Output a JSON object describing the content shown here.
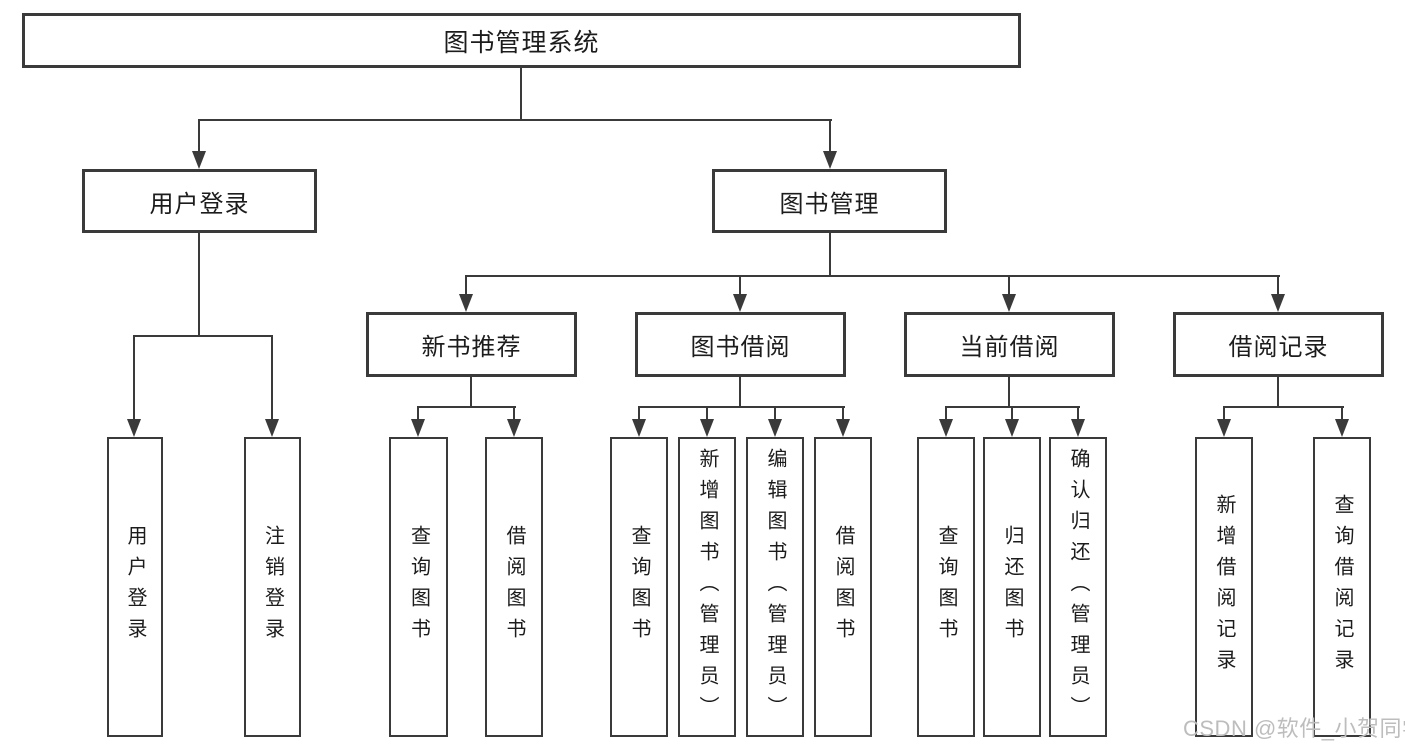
{
  "colors": {
    "line": "#3a3a3a",
    "border": "#3a3a3a",
    "text": "#1c1c1c",
    "watermark": "#bdbdbd",
    "background": "#ffffff"
  },
  "watermark": {
    "text": "CSDN @软件_小贺同学"
  },
  "tree": {
    "root": {
      "label": "图书管理系统"
    },
    "children": [
      {
        "label": "用户登录",
        "children": [
          {
            "label": "用户登录"
          },
          {
            "label": "注销登录"
          }
        ]
      },
      {
        "label": "图书管理",
        "children": [
          {
            "label": "新书推荐",
            "children": [
              {
                "label": "查询图书"
              },
              {
                "label": "借阅图书"
              }
            ]
          },
          {
            "label": "图书借阅",
            "children": [
              {
                "label": "查询图书"
              },
              {
                "label": "新增图书（管理员）"
              },
              {
                "label": "编辑图书（管理员）"
              },
              {
                "label": "借阅图书"
              }
            ]
          },
          {
            "label": "当前借阅",
            "children": [
              {
                "label": "查询图书"
              },
              {
                "label": "归还图书"
              },
              {
                "label": "确认归还（管理员）"
              }
            ]
          },
          {
            "label": "借阅记录",
            "children": [
              {
                "label": "新增借阅记录"
              },
              {
                "label": "查询借阅记录"
              }
            ]
          }
        ]
      }
    ]
  }
}
